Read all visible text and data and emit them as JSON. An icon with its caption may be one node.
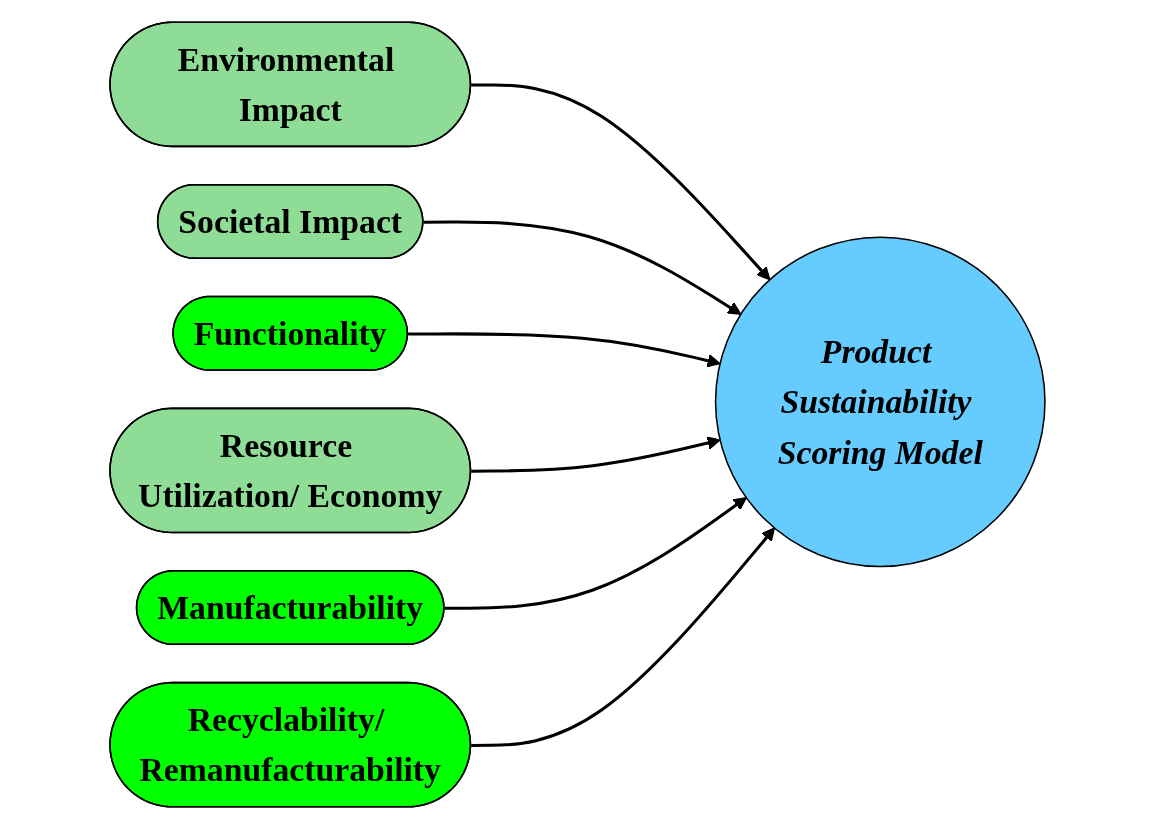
{
  "diagram": {
    "nodes": [
      {
        "text": [
          "Environmental Impact"
        ]
      },
      {
        "text": [
          "Societal Impact"
        ]
      },
      {
        "text": [
          "Functionality"
        ]
      },
      {
        "text": [
          "Product Sustainability Scoring Model"
        ]
      },
      {
        "text": [
          "Resource Utilization/ Economy"
        ]
      },
      {
        "text": [
          "Manufacturability"
        ]
      },
      {
        "text": [
          "Recyclability/ Remanufacturability"
        ]
      }
    ],
    "edges": [
      {
        "from": 0,
        "to": 3,
        "arrow": "to"
      },
      {
        "from": 1,
        "to": 3,
        "arrow": "to"
      },
      {
        "from": 2,
        "to": 3,
        "arrow": "to"
      },
      {
        "from": 4,
        "to": 3,
        "arrow": "to"
      },
      {
        "from": 5,
        "to": 3,
        "arrow": "to"
      },
      {
        "from": 6,
        "to": 3,
        "arrow": "to"
      }
    ]
  }
}
